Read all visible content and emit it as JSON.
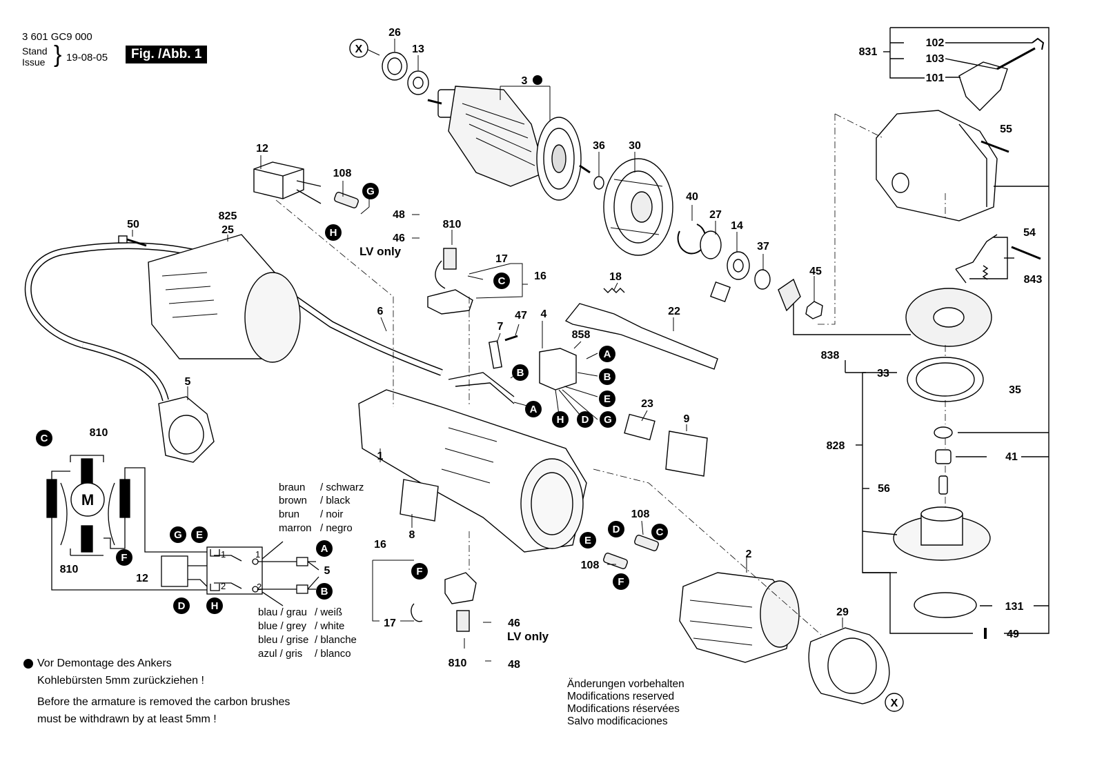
{
  "header": {
    "part_number": "3 601 GC9 000",
    "stand": "Stand",
    "issue": "Issue",
    "date": "19-08-05",
    "figure": "Fig. /Abb. 1"
  },
  "wire_colors": {
    "top": [
      [
        "braun",
        "/ schwarz"
      ],
      [
        "brown",
        "/ black"
      ],
      [
        "brun",
        "/ noir"
      ],
      [
        "marron",
        "/ negro"
      ]
    ],
    "bottom": [
      [
        "blau / grau",
        "/ weiß"
      ],
      [
        "blue / grey",
        "/ white"
      ],
      [
        "bleu / grise",
        "/ blanche"
      ],
      [
        "azul / gris",
        "/ blanco"
      ]
    ]
  },
  "notes": {
    "de_1": "Vor Demontage des Ankers",
    "de_2": "Kohlebürsten 5mm zurückziehen !",
    "en_1": "Before the armature is removed the carbon brushes",
    "en_2": "must be withdrawn by at least 5mm !"
  },
  "modifications": [
    "Änderungen vorbehalten",
    "Modifications reserved",
    "Modifications réservées",
    "Salvo modificaciones"
  ],
  "labels": {
    "lv_only": "LV only",
    "motor": "M",
    "x": "X",
    "terminal_1": "1",
    "terminal_2": "2"
  },
  "part_numbers": [
    "26",
    "13",
    "3",
    "12",
    "108",
    "825",
    "25",
    "50",
    "48",
    "46",
    "810",
    "17",
    "16",
    "36",
    "30",
    "40",
    "27",
    "14",
    "37",
    "45",
    "18",
    "22",
    "6",
    "7",
    "47",
    "4",
    "858",
    "23",
    "9",
    "5",
    "1",
    "8",
    "2",
    "29",
    "831",
    "102",
    "103",
    "101",
    "55",
    "54",
    "843",
    "838",
    "33",
    "35",
    "828",
    "41",
    "56",
    "131",
    "49"
  ]
}
